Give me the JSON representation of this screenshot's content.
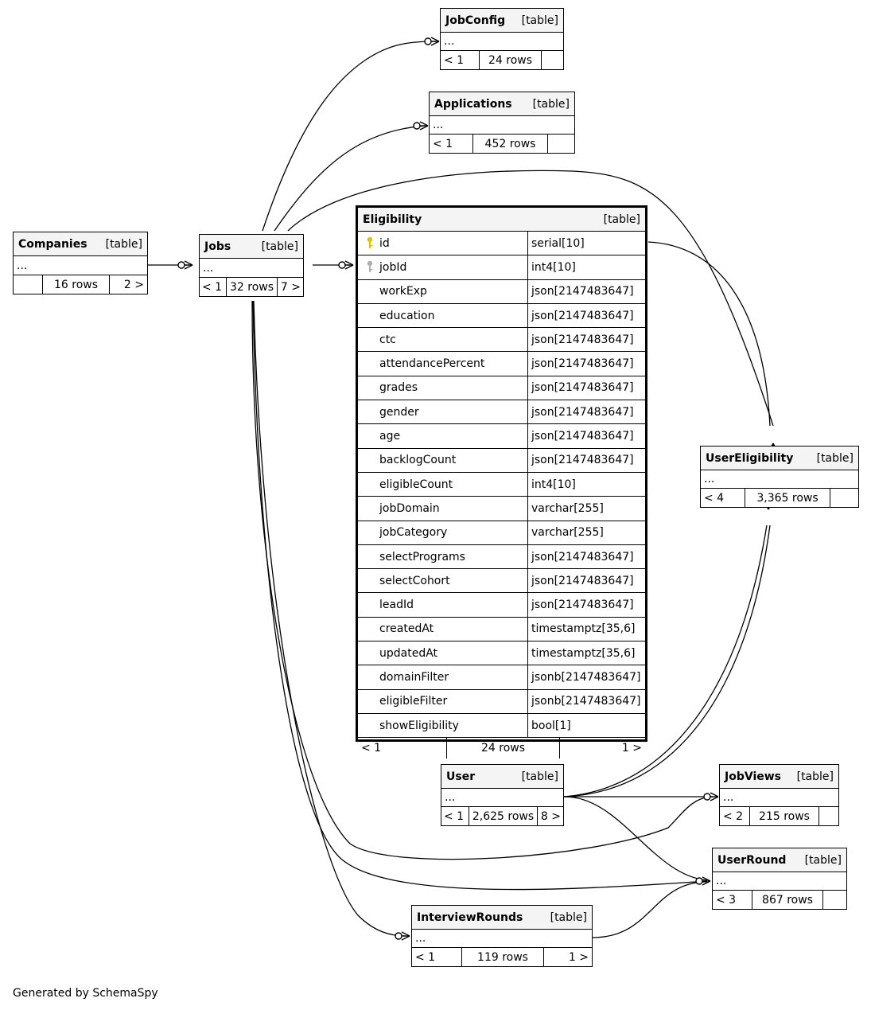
{
  "label_table": "[table]",
  "ellipsis": "...",
  "tables": {
    "jobconfig": {
      "name": "JobConfig",
      "foot": [
        "< 1",
        "24 rows",
        ""
      ]
    },
    "applications": {
      "name": "Applications",
      "foot": [
        "< 1",
        "452 rows",
        ""
      ]
    },
    "companies": {
      "name": "Companies",
      "foot": [
        "",
        "16 rows",
        "2 >"
      ]
    },
    "jobs": {
      "name": "Jobs",
      "foot": [
        "< 1",
        "32 rows",
        "7 >"
      ]
    },
    "usereligibility": {
      "name": "UserEligibility",
      "foot": [
        "< 4",
        "3,365 rows",
        ""
      ]
    },
    "user": {
      "name": "User",
      "foot": [
        "< 1",
        "2,625 rows",
        "8 >"
      ]
    },
    "jobviews": {
      "name": "JobViews",
      "foot": [
        "< 2",
        "215 rows",
        ""
      ]
    },
    "userround": {
      "name": "UserRound",
      "foot": [
        "< 3",
        "867 rows",
        ""
      ]
    },
    "interviewrounds": {
      "name": "InterviewRounds",
      "foot": [
        "< 1",
        "119 rows",
        "1 >"
      ]
    }
  },
  "eligibility": {
    "name": "Eligibility",
    "columns": [
      {
        "name": "id",
        "type": "serial[10]",
        "key": "primary"
      },
      {
        "name": "jobId",
        "type": "int4[10]",
        "key": "foreign"
      },
      {
        "name": "workExp",
        "type": "json[2147483647]"
      },
      {
        "name": "education",
        "type": "json[2147483647]"
      },
      {
        "name": "ctc",
        "type": "json[2147483647]"
      },
      {
        "name": "attendancePercent",
        "type": "json[2147483647]"
      },
      {
        "name": "grades",
        "type": "json[2147483647]"
      },
      {
        "name": "gender",
        "type": "json[2147483647]"
      },
      {
        "name": "age",
        "type": "json[2147483647]"
      },
      {
        "name": "backlogCount",
        "type": "json[2147483647]"
      },
      {
        "name": "eligibleCount",
        "type": "int4[10]"
      },
      {
        "name": "jobDomain",
        "type": "varchar[255]"
      },
      {
        "name": "jobCategory",
        "type": "varchar[255]"
      },
      {
        "name": "selectPrograms",
        "type": "json[2147483647]"
      },
      {
        "name": "selectCohort",
        "type": "json[2147483647]"
      },
      {
        "name": "leadId",
        "type": "json[2147483647]"
      },
      {
        "name": "createdAt",
        "type": "timestamptz[35,6]"
      },
      {
        "name": "updatedAt",
        "type": "timestamptz[35,6]"
      },
      {
        "name": "domainFilter",
        "type": "jsonb[2147483647]"
      },
      {
        "name": "eligibleFilter",
        "type": "jsonb[2147483647]"
      },
      {
        "name": "showEligibility",
        "type": "bool[1]"
      }
    ],
    "foot": [
      "< 1",
      "24 rows",
      "1 >"
    ]
  },
  "credit": "Generated by SchemaSpy",
  "colors": {
    "header_bg": "#f4f4f4",
    "primary_key": "#e0c200",
    "foreign_key": "#b0b0b0"
  }
}
